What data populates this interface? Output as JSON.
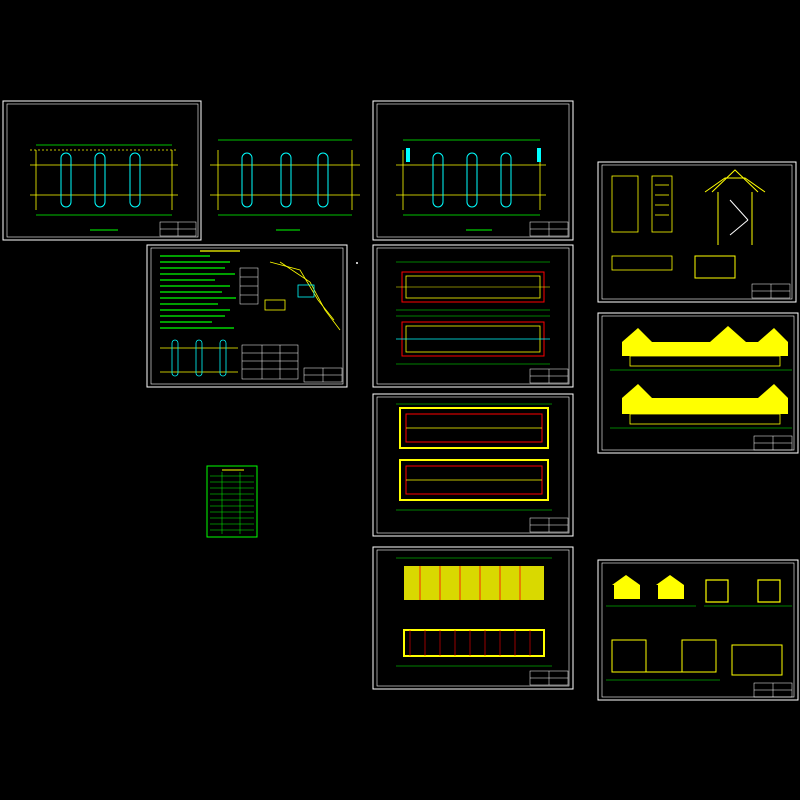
{
  "colors": {
    "background": "#000000",
    "frame": "#ffffff",
    "cad_yellow": "#ffff00",
    "cad_green": "#00ff00",
    "cad_cyan": "#00ffff",
    "cad_red": "#ff0000",
    "cad_white": "#ffffff"
  },
  "sheets": [
    {
      "name": "sheet-plan-1",
      "kind": "beam-plan"
    },
    {
      "name": "sheet-plan-2",
      "kind": "beam-plan"
    },
    {
      "name": "sheet-plan-3",
      "kind": "beam-plan"
    },
    {
      "name": "sheet-design-notes",
      "kind": "notes"
    },
    {
      "name": "sheet-drawing-index",
      "kind": "index"
    },
    {
      "name": "sheet-floor-plans",
      "kind": "floor-plan"
    },
    {
      "name": "sheet-roof-plans",
      "kind": "floor-plan"
    },
    {
      "name": "sheet-elevation-plans",
      "kind": "floor-plan"
    },
    {
      "name": "sheet-pavilion-details",
      "kind": "detail"
    },
    {
      "name": "sheet-elevations",
      "kind": "elevation"
    },
    {
      "name": "sheet-sections",
      "kind": "section"
    }
  ]
}
